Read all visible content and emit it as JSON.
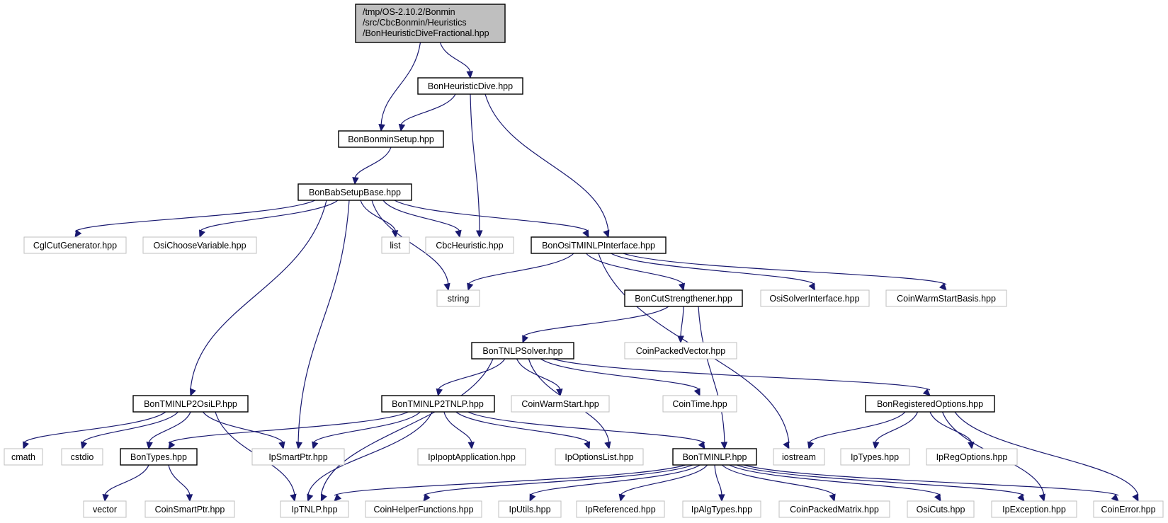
{
  "diagram": {
    "root": [
      "/tmp/OS-2.10.2/Bonmin",
      "/src/CbcBonmin/Heuristics",
      "/BonHeuristicDiveFractional.hpp"
    ],
    "nodes": {
      "dive": "BonHeuristicDive.hpp",
      "bonminsetup": "BonBonminSetup.hpp",
      "babsetup": "BonBabSetupBase.hpp",
      "cglcut": "CglCutGenerator.hpp",
      "osichoose": "OsiChooseVariable.hpp",
      "list": "list",
      "cbcheur": "CbcHeuristic.hpp",
      "ositminlp": "BonOsiTMINLPInterface.hpp",
      "string": "string",
      "cutstr": "BonCutStrengthener.hpp",
      "osisolver": "OsiSolverInterface.hpp",
      "coinwarmbasis": "CoinWarmStartBasis.hpp",
      "tnlpsolver": "BonTNLPSolver.hpp",
      "coinpackedvec": "CoinPackedVector.hpp",
      "tminlp2osilp": "BonTMINLP2OsiLP.hpp",
      "tminlp2tnlp": "BonTMINLP2TNLP.hpp",
      "coinwarmstart": "CoinWarmStart.hpp",
      "cointime": "CoinTime.hpp",
      "regopts": "BonRegisteredOptions.hpp",
      "cmath": "cmath",
      "cstdio": "cstdio",
      "bontypes": "BonTypes.hpp",
      "ipsmartptr": "IpSmartPtr.hpp",
      "ipoptapp": "IpIpoptApplication.hpp",
      "ipoptlist": "IpOptionsList.hpp",
      "bontminlp": "BonTMINLP.hpp",
      "iostream": "iostream",
      "iptypes": "IpTypes.hpp",
      "ipregopts": "IpRegOptions.hpp",
      "vector": "vector",
      "coinsmartptr": "CoinSmartPtr.hpp",
      "iptnlp": "IpTNLP.hpp",
      "coinhelper": "CoinHelperFunctions.hpp",
      "iputils": "IpUtils.hpp",
      "ipreferenced": "IpReferenced.hpp",
      "ipalgtypes": "IpAlgTypes.hpp",
      "coinpackedmat": "CoinPackedMatrix.hpp",
      "osicuts": "OsiCuts.hpp",
      "ipexception": "IpException.hpp",
      "coinerror": "CoinError.hpp"
    },
    "edges": [
      [
        "root",
        "dive"
      ],
      [
        "root",
        "bonminsetup"
      ],
      [
        "dive",
        "bonminsetup"
      ],
      [
        "dive",
        "cbcheur"
      ],
      [
        "dive",
        "ositminlp"
      ],
      [
        "bonminsetup",
        "babsetup"
      ],
      [
        "babsetup",
        "cglcut"
      ],
      [
        "babsetup",
        "osichoose"
      ],
      [
        "babsetup",
        "list"
      ],
      [
        "babsetup",
        "cbcheur"
      ],
      [
        "babsetup",
        "ositminlp"
      ],
      [
        "babsetup",
        "string"
      ],
      [
        "babsetup",
        "tminlp2osilp"
      ],
      [
        "babsetup",
        "ipsmartptr"
      ],
      [
        "ositminlp",
        "string"
      ],
      [
        "ositminlp",
        "cutstr"
      ],
      [
        "ositminlp",
        "osisolver"
      ],
      [
        "ositminlp",
        "coinwarmbasis"
      ],
      [
        "ositminlp",
        "iostream"
      ],
      [
        "cutstr",
        "tnlpsolver"
      ],
      [
        "cutstr",
        "coinpackedvec"
      ],
      [
        "cutstr",
        "bontminlp"
      ],
      [
        "tnlpsolver",
        "tminlp2tnlp"
      ],
      [
        "tnlpsolver",
        "coinwarmstart"
      ],
      [
        "tnlpsolver",
        "cointime"
      ],
      [
        "tnlpsolver",
        "regopts"
      ],
      [
        "tnlpsolver",
        "ipoptlist"
      ],
      [
        "tnlpsolver",
        "iptnlp"
      ],
      [
        "tminlp2osilp",
        "cmath"
      ],
      [
        "tminlp2osilp",
        "cstdio"
      ],
      [
        "tminlp2osilp",
        "bontypes"
      ],
      [
        "tminlp2osilp",
        "ipsmartptr"
      ],
      [
        "tminlp2osilp",
        "iptnlp"
      ],
      [
        "tminlp2tnlp",
        "bontypes"
      ],
      [
        "tminlp2tnlp",
        "ipsmartptr"
      ],
      [
        "tminlp2tnlp",
        "ipoptapp"
      ],
      [
        "tminlp2tnlp",
        "ipoptlist"
      ],
      [
        "tminlp2tnlp",
        "bontminlp"
      ],
      [
        "tminlp2tnlp",
        "iptnlp"
      ],
      [
        "regopts",
        "iostream"
      ],
      [
        "regopts",
        "iptypes"
      ],
      [
        "regopts",
        "ipregopts"
      ],
      [
        "regopts",
        "ipexception"
      ],
      [
        "regopts",
        "coinerror"
      ],
      [
        "bontypes",
        "vector"
      ],
      [
        "bontypes",
        "coinsmartptr"
      ],
      [
        "bontminlp",
        "iptnlp"
      ],
      [
        "bontminlp",
        "coinhelper"
      ],
      [
        "bontminlp",
        "iputils"
      ],
      [
        "bontminlp",
        "ipreferenced"
      ],
      [
        "bontminlp",
        "ipalgtypes"
      ],
      [
        "bontminlp",
        "coinpackedmat"
      ],
      [
        "bontminlp",
        "osicuts"
      ],
      [
        "bontminlp",
        "ipexception"
      ],
      [
        "bontminlp",
        "coinerror"
      ]
    ]
  }
}
